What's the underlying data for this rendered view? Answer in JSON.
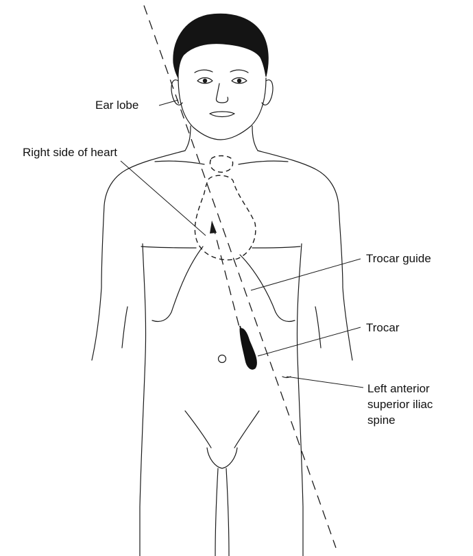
{
  "labels": {
    "ear_lobe": "Ear lobe",
    "right_heart": "Right side of heart",
    "trocar_guide": "Trocar guide",
    "trocar": "Trocar",
    "iliac_line1": "Left anterior",
    "iliac_line2": "superior iliac",
    "iliac_line3": "spine"
  },
  "colors": {
    "ink": "#1a1a1a",
    "hair": "#111111",
    "background": "#ffffff"
  }
}
